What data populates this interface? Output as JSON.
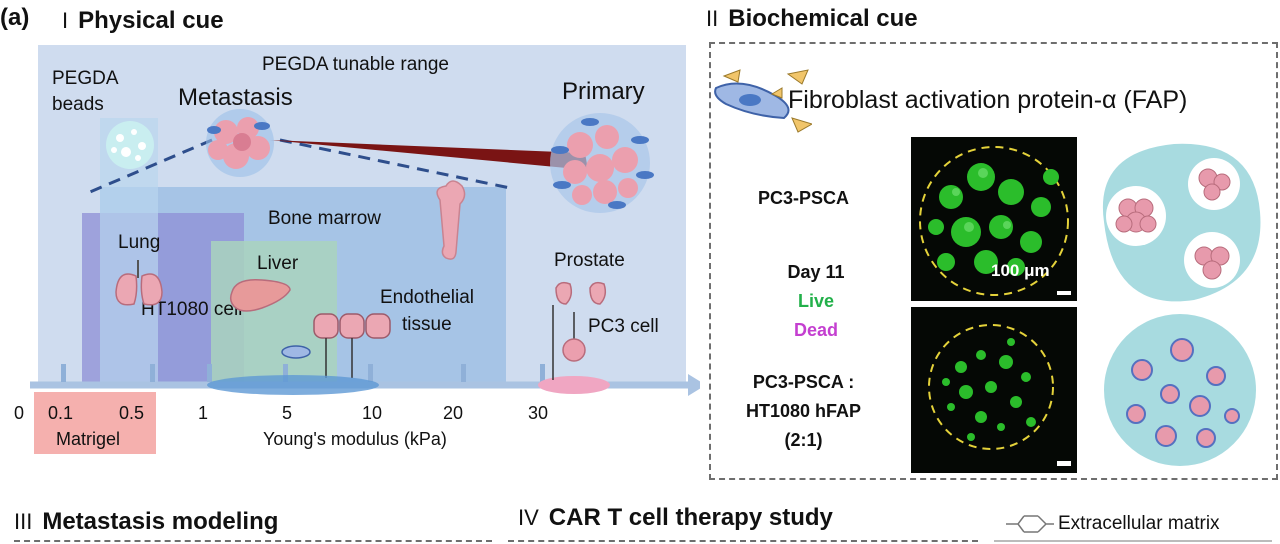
{
  "panel_label": "(a)",
  "physical": {
    "roman": "I",
    "title": "Physical cue",
    "pegda_beads": [
      "PEGDA",
      "beads"
    ],
    "tunable": "PEGDA tunable range",
    "metastasis": "Metastasis",
    "primary": "Primary",
    "bone_marrow": "Bone marrow",
    "lung": "Lung",
    "liver": "Liver",
    "ht1080": "HT1080 cell",
    "endothelial": [
      "Endothelial",
      "tissue"
    ],
    "prostate": "Prostate",
    "pc3": "PC3 cell",
    "ticks": [
      "0",
      "0.1",
      "0.5",
      "1",
      "5",
      "10",
      "20",
      "30"
    ],
    "matrigel": "Matrigel",
    "axis_label": "Young's modulus  (kPa)"
  },
  "biochemical": {
    "roman": "II",
    "title": "Biochemical cue",
    "fap": "Fibroblast activation protein-α (FAP)",
    "row1": "PC3-PSCA",
    "day": "Day 11",
    "live": "Live",
    "dead": "Dead",
    "row2": [
      "PC3-PSCA :",
      "HT1080 hFAP",
      "(2:1)"
    ],
    "scale": "100 μm",
    "colors": {
      "live": "#22b04a",
      "dead": "#c43fd0"
    }
  },
  "bottom": {
    "s3_roman": "III",
    "s3_title": "Metastasis modeling",
    "s4_roman": "IV",
    "s4_title": "CAR T cell therapy study",
    "ecm": "Extracellular matrix"
  }
}
